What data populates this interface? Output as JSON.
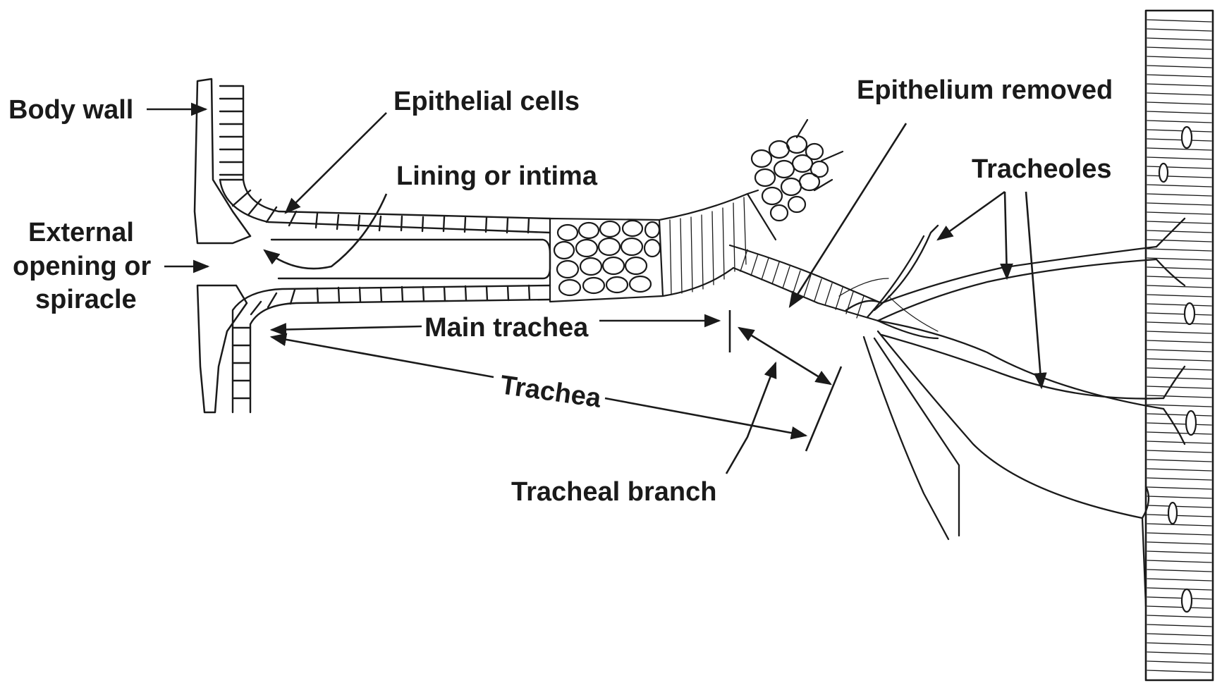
{
  "labels": {
    "body_wall": "Body wall",
    "epithelial_cells": "Epithelial cells",
    "lining": "Lining or intima",
    "external_1": "External",
    "external_2": "opening or",
    "external_3": "spiracle",
    "main_trachea": "Main trachea",
    "trachea": "Trachea",
    "tracheal_branch": "Tracheal branch",
    "epithelium_removed": "Epithelium removed",
    "tracheoles": "Tracheoles"
  },
  "colors": {
    "ink": "#1a1a1a",
    "stipple": "#555555",
    "background": "#ffffff"
  }
}
